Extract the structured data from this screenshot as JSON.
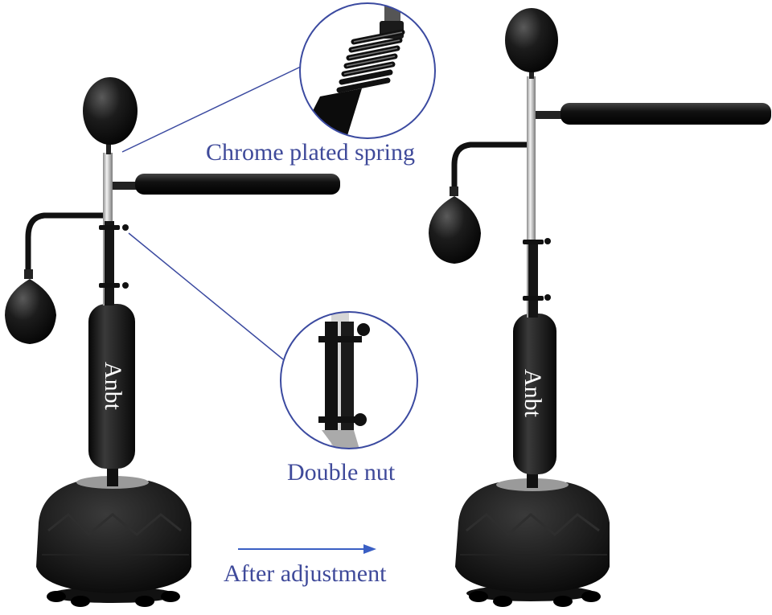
{
  "labels": {
    "spring": "Chrome plated spring",
    "nut": "Double nut",
    "after": "After adjustment"
  },
  "brand": "Anbt",
  "colors": {
    "label_text": "#3f4a9a",
    "callout_line": "#3b4aa0",
    "arrow": "#3a5fc4",
    "equipment": "#111111",
    "chrome": "#c8c8c8",
    "brand_text": "#ffffff"
  }
}
